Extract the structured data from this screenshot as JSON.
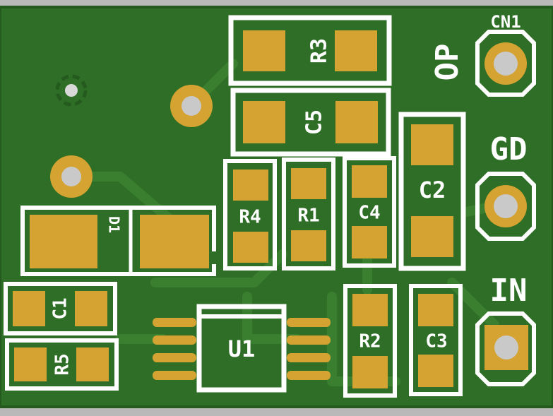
{
  "colors": {
    "board": "#2e6e26",
    "board_dark": "#245a1e",
    "trace": "#3a7f2f",
    "pad": "#d4a331",
    "silk": "#ffffff",
    "hole": "#c9c9c9",
    "background": "#b9b9b9"
  },
  "labels": {
    "cn1": "CN1",
    "op": "OP",
    "gd": "GD",
    "in": "IN",
    "r3": "R3",
    "c5": "C5",
    "c2": "C2",
    "r4": "R4",
    "r1": "R1",
    "c4": "C4",
    "d1": "D1",
    "c1": "C1",
    "r5": "R5",
    "u1": "U1",
    "r2": "R2",
    "c3": "C3"
  }
}
